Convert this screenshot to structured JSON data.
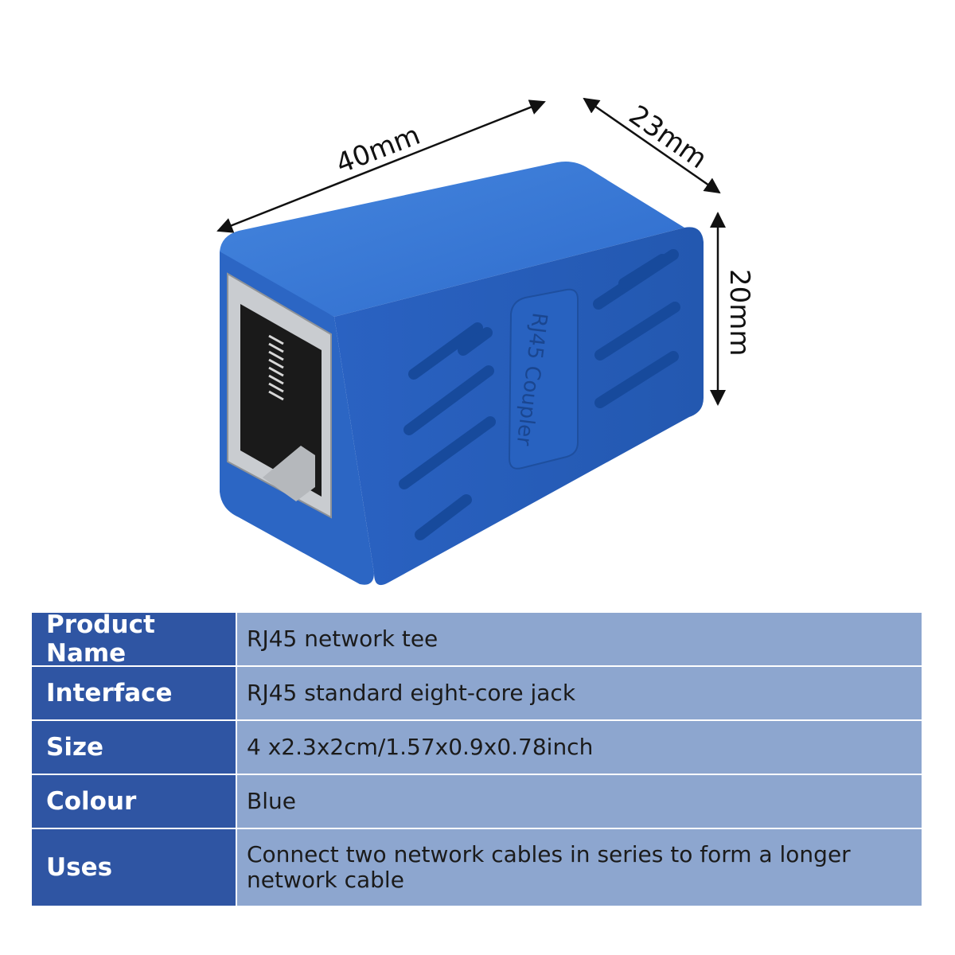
{
  "product_figure": {
    "dimensions": {
      "length": "40mm",
      "width": "23mm",
      "height": "20mm"
    },
    "body_text": "RJ45 Coupler",
    "colors": {
      "body": "#2c69c9",
      "dark": "#174a9c",
      "metal": "#c9ccd0",
      "jack": "#1a1a1a"
    }
  },
  "specs": [
    {
      "label": "Product Name",
      "value": "RJ45 network tee"
    },
    {
      "label": "Interface",
      "value": "RJ45 standard eight-core jack"
    },
    {
      "label": "Size",
      "value": "4 x2.3x2cm/1.57x0.9x0.78inch"
    },
    {
      "label": "Colour",
      "value": "Blue"
    },
    {
      "label": "Uses",
      "value": "Connect two network cables in series to form a longer network cable"
    }
  ]
}
